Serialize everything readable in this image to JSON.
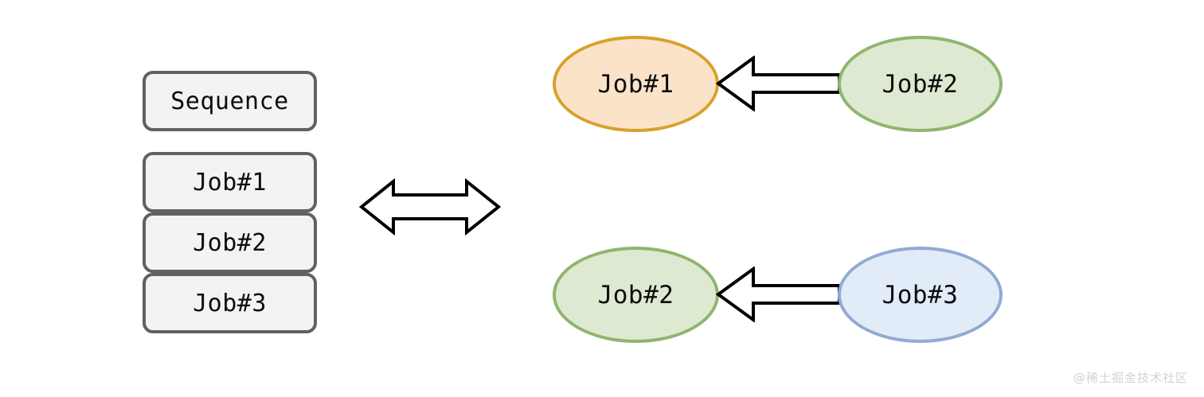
{
  "diagram": {
    "background_color": "#ffffff",
    "left_panel": {
      "title_box": {
        "label": "Sequence"
      },
      "items": [
        {
          "label": "Job#1"
        },
        {
          "label": "Job#2"
        },
        {
          "label": "Job#3"
        }
      ],
      "box_fill": "#f3f3f3",
      "box_border": "#616161"
    },
    "equivalence_arrow": {
      "icon": "double-headed-arrow-icon",
      "direction": "bidirectional",
      "fill": "#ffffff",
      "stroke": "#000000"
    },
    "right_panel": {
      "rows": [
        {
          "target": {
            "label": "Job#1",
            "fill": "#fbe3ca",
            "stroke": "#d7a22a"
          },
          "arrow": {
            "icon": "block-arrow-left-icon",
            "direction": "left",
            "fill": "#ffffff",
            "stroke": "#000000"
          },
          "source": {
            "label": "Job#2",
            "fill": "#dde9d1",
            "stroke": "#8fb56e"
          }
        },
        {
          "target": {
            "label": "Job#2",
            "fill": "#dde9d1",
            "stroke": "#8fb56e"
          },
          "arrow": {
            "icon": "block-arrow-left-icon",
            "direction": "left",
            "fill": "#ffffff",
            "stroke": "#000000"
          },
          "source": {
            "label": "Job#3",
            "fill": "#e2ebf8",
            "stroke": "#91abd2"
          }
        }
      ]
    },
    "watermark": {
      "text": "@稀土掘金技术社区",
      "color": "#d3d3d3"
    }
  }
}
